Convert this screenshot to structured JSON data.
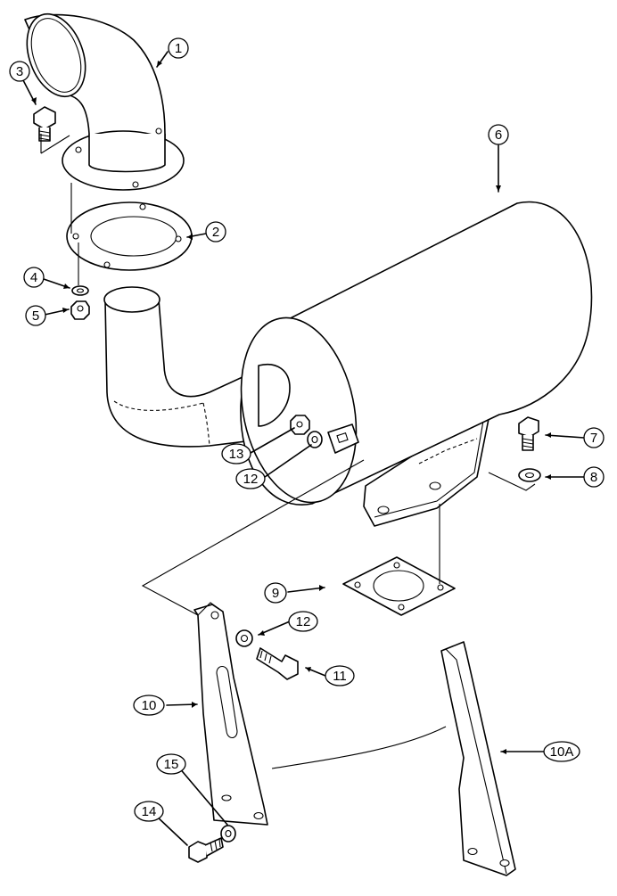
{
  "callouts": [
    {
      "id": "1",
      "label": "1"
    },
    {
      "id": "2",
      "label": "2"
    },
    {
      "id": "3",
      "label": "3"
    },
    {
      "id": "4",
      "label": "4"
    },
    {
      "id": "5",
      "label": "5"
    },
    {
      "id": "6",
      "label": "6"
    },
    {
      "id": "7",
      "label": "7"
    },
    {
      "id": "8",
      "label": "8"
    },
    {
      "id": "9",
      "label": "9"
    },
    {
      "id": "10",
      "label": "10"
    },
    {
      "id": "10A",
      "label": "10A"
    },
    {
      "id": "11",
      "label": "11"
    },
    {
      "id": "12a",
      "label": "12"
    },
    {
      "id": "12b",
      "label": "12"
    },
    {
      "id": "13",
      "label": "13"
    },
    {
      "id": "14",
      "label": "14"
    },
    {
      "id": "15",
      "label": "15"
    }
  ]
}
